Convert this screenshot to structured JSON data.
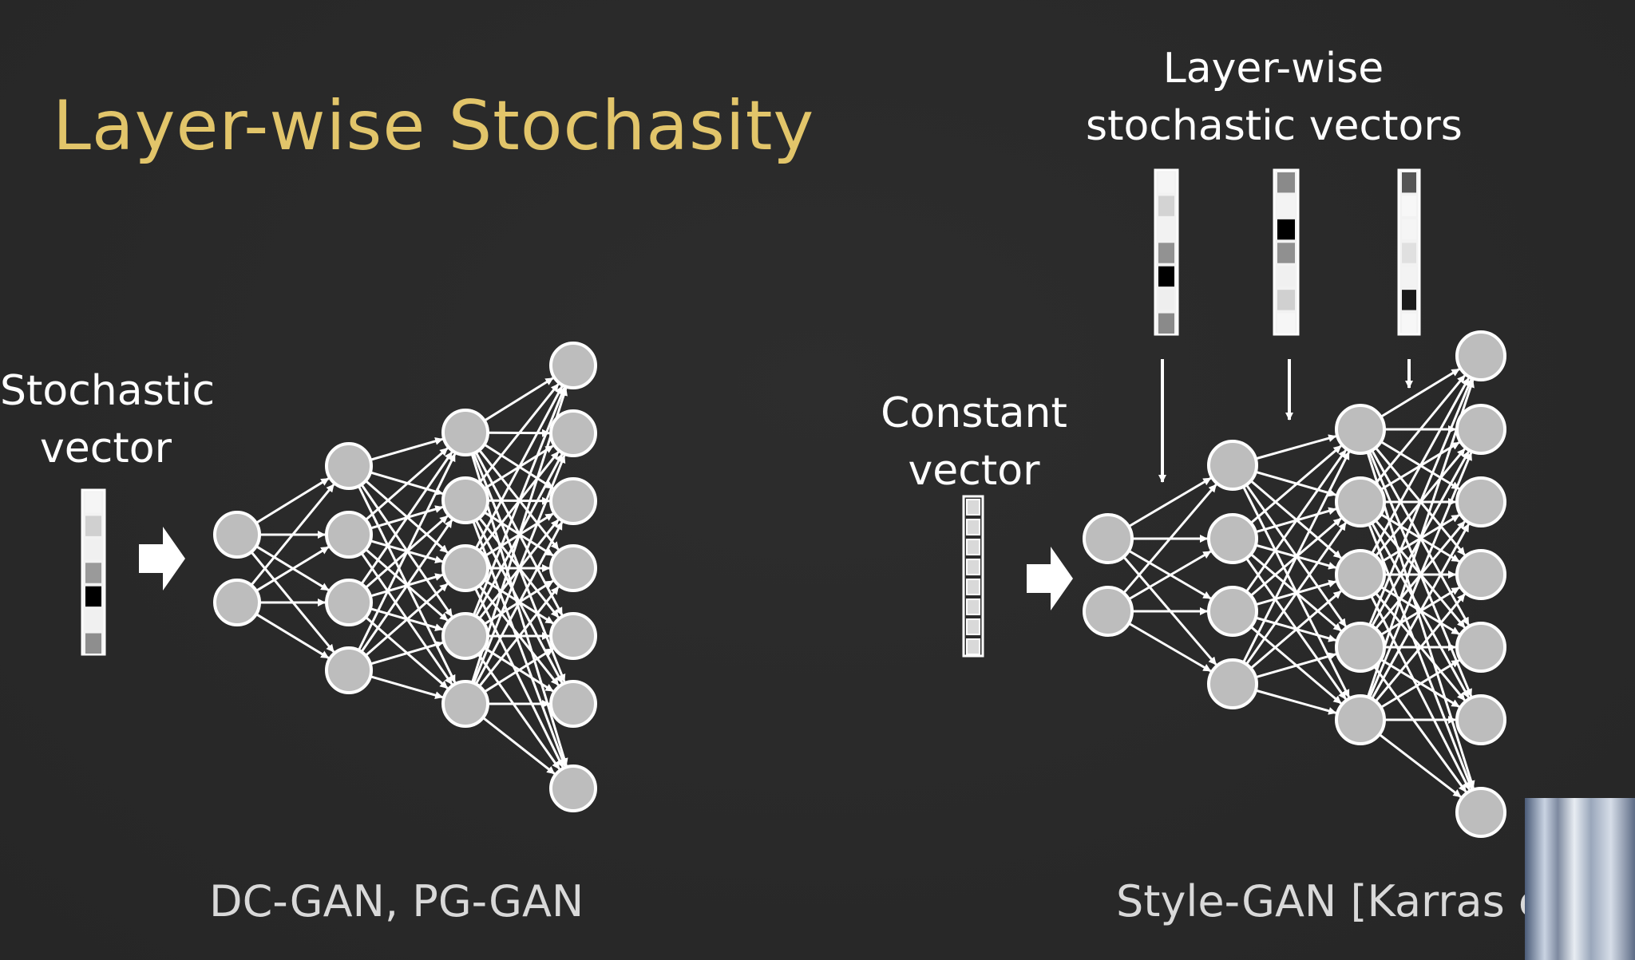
{
  "title": "Layer-wise Stochasity",
  "left": {
    "input_label_line1": "Stochastic",
    "input_label_line2": "vector",
    "caption": "DC-GAN, PG-GAN"
  },
  "right": {
    "top_label_line1": "Layer-wise",
    "top_label_line2": "stochastic vectors",
    "input_label_line1": "Constant",
    "input_label_line2": "vector",
    "caption": "Style-GAN [Karras et"
  },
  "colors": {
    "background": "#2a2a2a",
    "title": "#e2c56a",
    "node_fill": "#bdbdbd",
    "node_stroke": "#ffffff",
    "edge": "#ffffff"
  }
}
